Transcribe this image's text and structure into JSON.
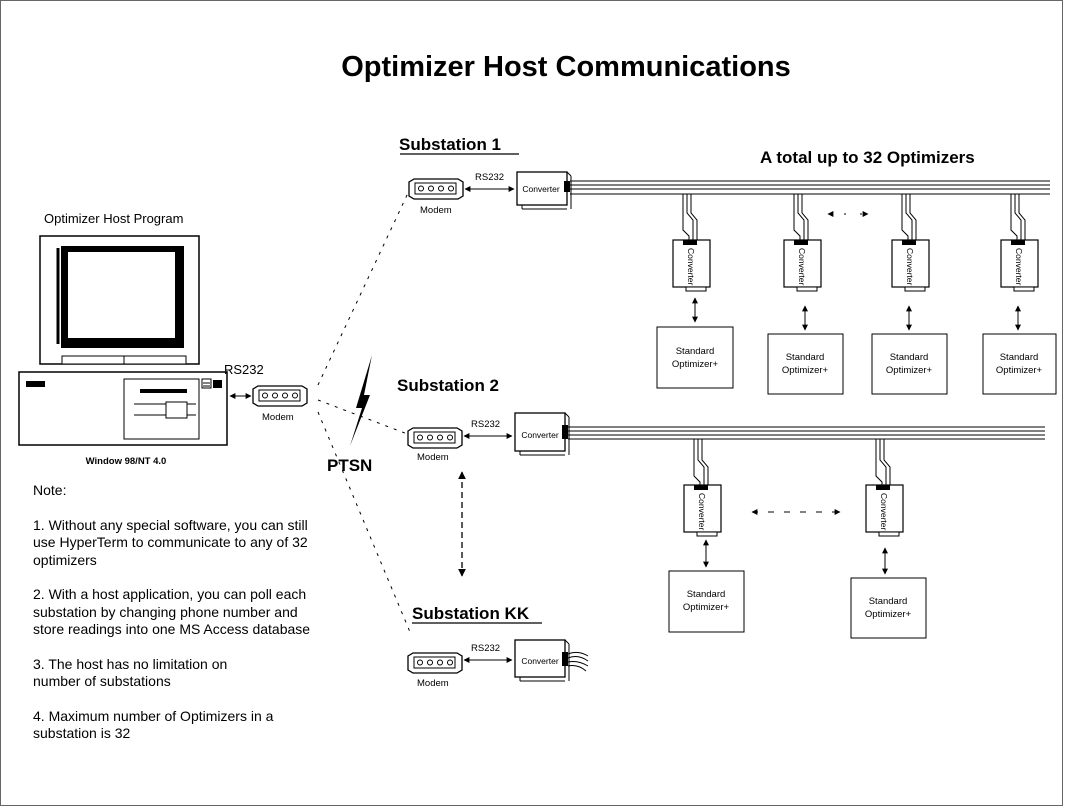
{
  "title": "Optimizer Host Communications",
  "host": {
    "program_label": "Optimizer Host Program",
    "os_label": "Window 98/NT 4.0",
    "rs232": "RS232",
    "modem": "Modem"
  },
  "network_label": "PTSN",
  "total_label": "A total up to 32 Optimizers",
  "substations": [
    {
      "name": "Substation 1",
      "rs232": "RS232",
      "modem": "Modem",
      "converter": "Converter"
    },
    {
      "name": "Substation 2",
      "rs232": "RS232",
      "modem": "Modem",
      "converter": "Converter"
    },
    {
      "name": "Substation  KK",
      "rs232": "RS232",
      "modem": "Modem",
      "converter": "Converter"
    }
  ],
  "device": {
    "converter": "Converter",
    "optimizer_line1": "Standard",
    "optimizer_line2": "Optimizer+"
  },
  "notes": {
    "heading": "Note:",
    "items": [
      "1. Without any special software, you can still use HyperTerm to communicate to any of  32 optimizers",
      "2. With a host  application, you can poll each substation  by changing phone number  and store  readings into one MS Access database",
      "3. The host has no limitation on number of substations",
      "4. Maximum number of Optimizers in a substation  is 32"
    ]
  }
}
